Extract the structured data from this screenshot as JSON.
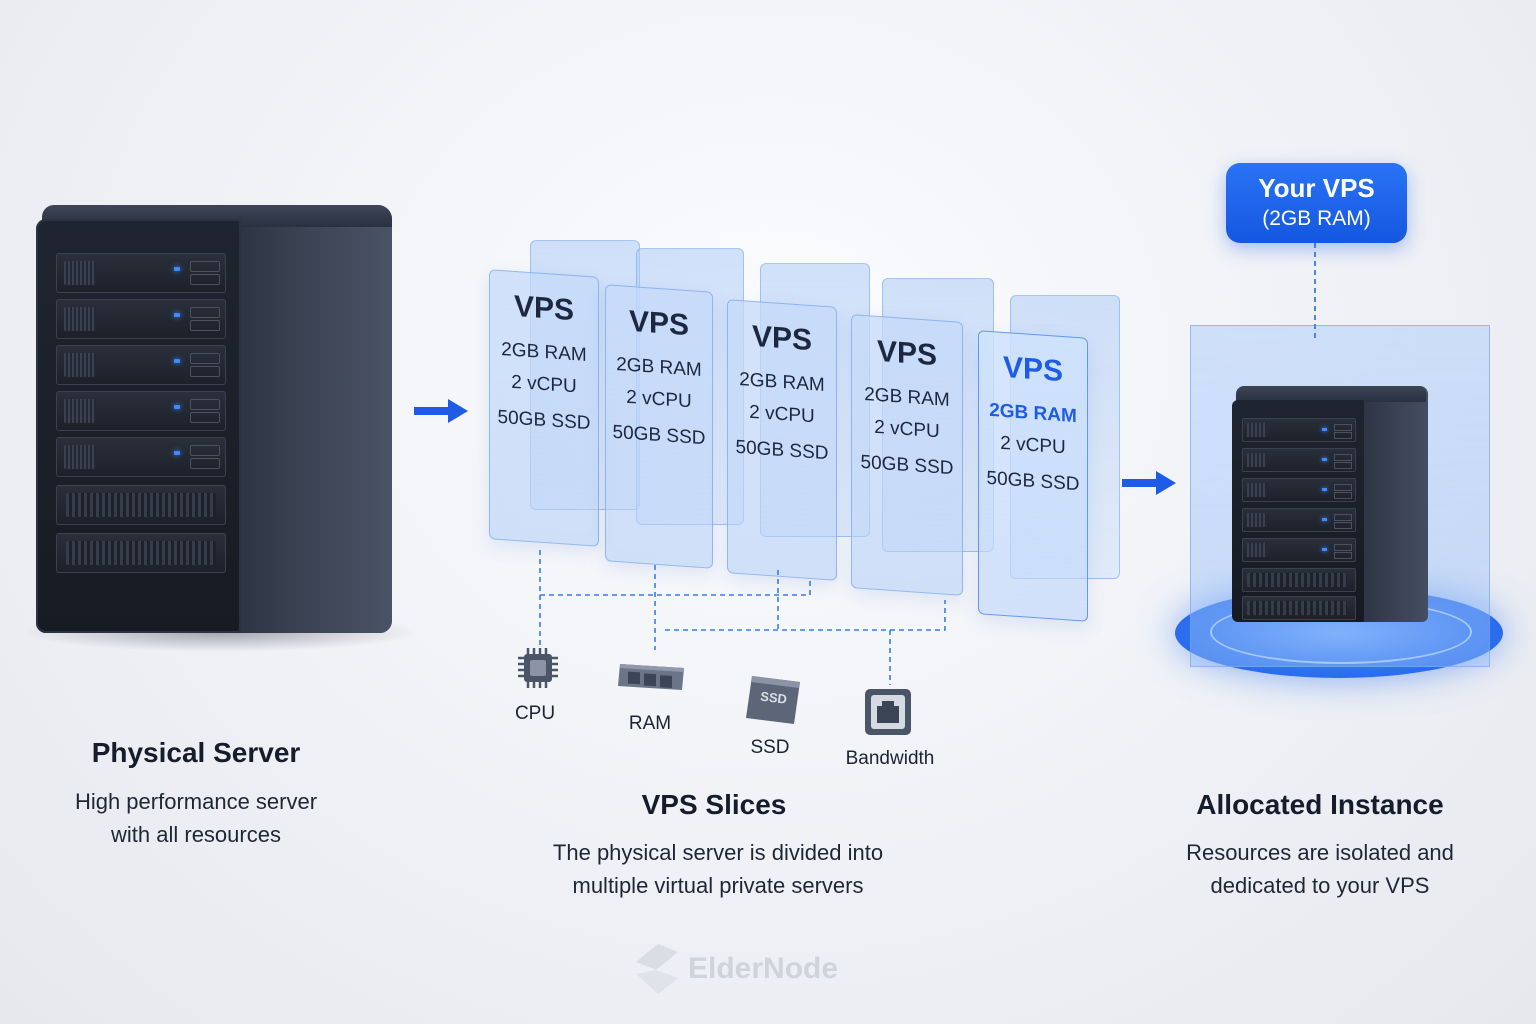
{
  "physical": {
    "title": "Physical Server",
    "desc_line1": "High performance server",
    "desc_line2": "with all resources"
  },
  "slices": {
    "title": "VPS Slices",
    "desc_line1": "The physical server is divided into",
    "desc_line2": "multiple virtual private servers",
    "items": [
      {
        "name": "VPS",
        "ram": "2GB RAM",
        "cpu": "2 vCPU",
        "disk": "50GB SSD"
      },
      {
        "name": "VPS",
        "ram": "2GB RAM",
        "cpu": "2 vCPU",
        "disk": "50GB SSD"
      },
      {
        "name": "VPS",
        "ram": "2GB RAM",
        "cpu": "2 vCPU",
        "disk": "50GB SSD"
      },
      {
        "name": "VPS",
        "ram": "2GB RAM",
        "cpu": "2 vCPU",
        "disk": "50GB SSD"
      },
      {
        "name": "VPS",
        "ram": "2GB RAM",
        "cpu": "2 vCPU",
        "disk": "50GB SSD"
      }
    ],
    "active_index": 4
  },
  "resources": [
    {
      "label": "CPU",
      "icon": "cpu-chip-icon"
    },
    {
      "label": "RAM",
      "icon": "ram-module-icon"
    },
    {
      "label": "SSD",
      "icon": "ssd-drive-icon",
      "chip_text": "SSD"
    },
    {
      "label": "Bandwidth",
      "icon": "network-port-icon"
    }
  ],
  "allocated": {
    "badge_line1": "Your VPS",
    "badge_line2": "(2GB RAM)",
    "title": "Allocated Instance",
    "desc_line1": "Resources are isolated and",
    "desc_line2": "dedicated to your VPS"
  },
  "brand": {
    "logo_text": "ElderNode"
  },
  "colors": {
    "accent": "#1e5be6",
    "dark": "#1c2333",
    "slice": "#b8d3f7"
  }
}
